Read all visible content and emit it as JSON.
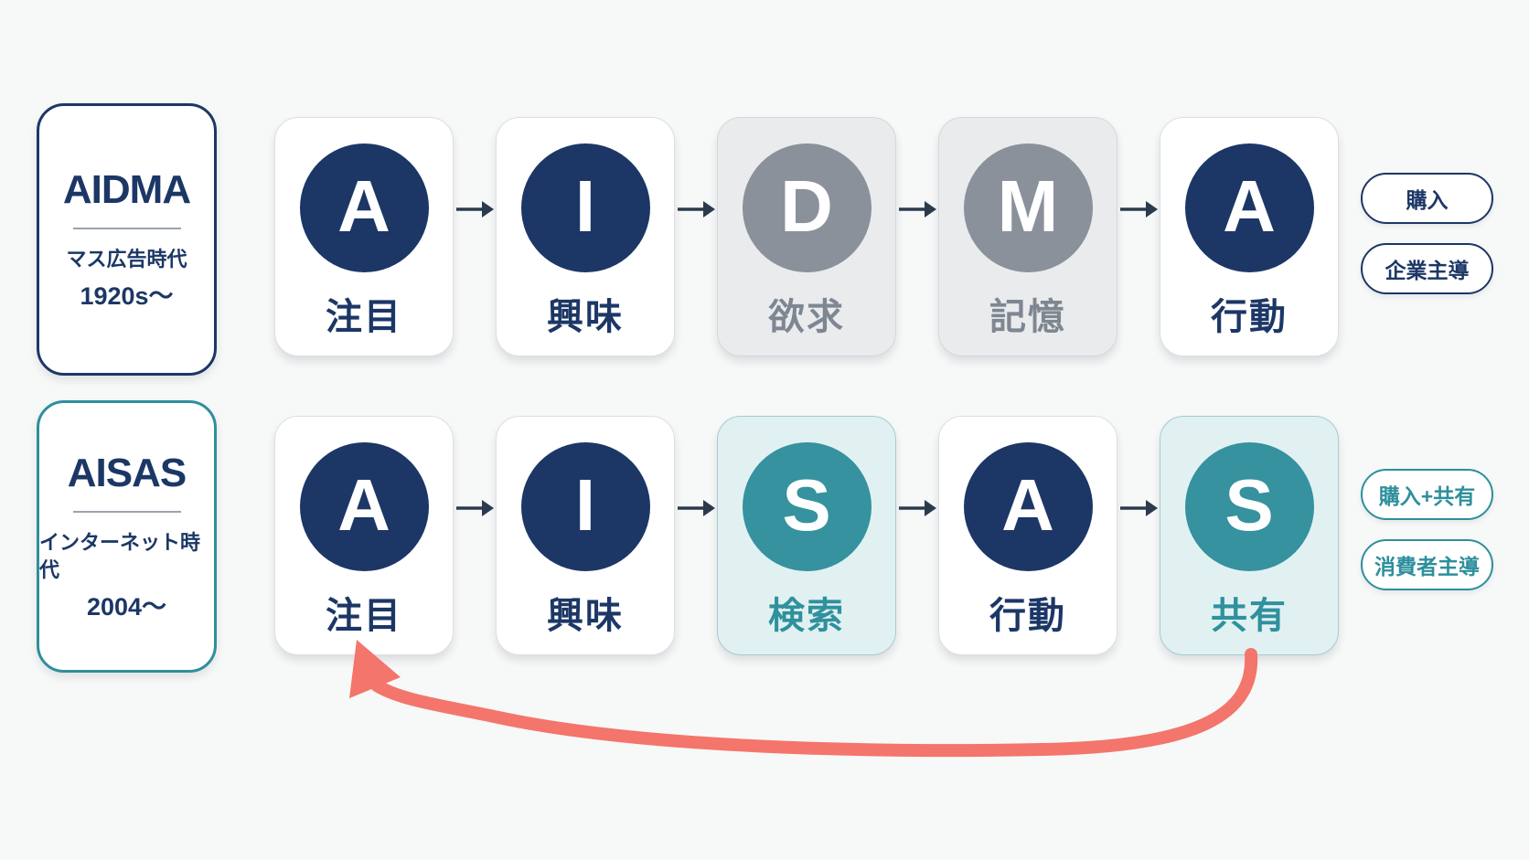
{
  "colors": {
    "background": "#f7f8f8",
    "navy": "#1c3766",
    "gray_circle": "#8b919b",
    "teal": "#35929e",
    "teal_border": "#2e8f9c",
    "flow_arrow": "#2b3b4d",
    "feedback_arrow": "#f4756b"
  },
  "rows": [
    {
      "id": "aidma",
      "theme": "navy",
      "model": {
        "title": "AIDMA",
        "era_line1": "マス広告時代",
        "era_line2": "1920s〜"
      },
      "steps": [
        {
          "letter": "A",
          "label": "注目",
          "style": "navy"
        },
        {
          "letter": "I",
          "label": "興味",
          "style": "navy"
        },
        {
          "letter": "D",
          "label": "欲求",
          "style": "gray"
        },
        {
          "letter": "M",
          "label": "記憶",
          "style": "gray"
        },
        {
          "letter": "A",
          "label": "行動",
          "style": "navy"
        }
      ],
      "tags": [
        "購入",
        "企業主導"
      ]
    },
    {
      "id": "aisas",
      "theme": "teal",
      "model": {
        "title": "AISAS",
        "era_line1": "インターネット時代",
        "era_line2": "2004〜"
      },
      "steps": [
        {
          "letter": "A",
          "label": "注目",
          "style": "navy"
        },
        {
          "letter": "I",
          "label": "興味",
          "style": "navy"
        },
        {
          "letter": "S",
          "label": "検索",
          "style": "teal"
        },
        {
          "letter": "A",
          "label": "行動",
          "style": "navy"
        },
        {
          "letter": "S",
          "label": "共有",
          "style": "teal"
        }
      ],
      "tags": [
        "購入+共有",
        "消費者主導"
      ]
    }
  ]
}
